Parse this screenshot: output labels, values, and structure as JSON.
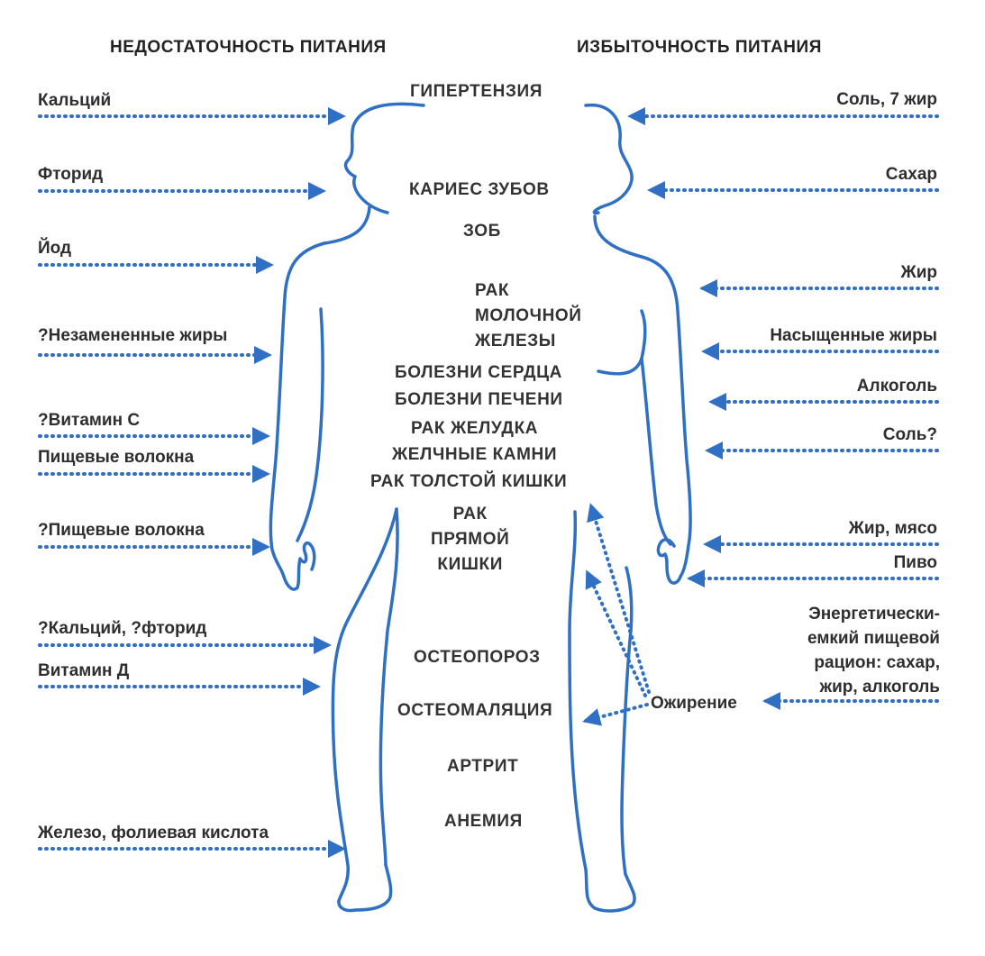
{
  "headers": {
    "left": "НЕДОСТАТОЧНОСТЬ ПИТАНИЯ",
    "right": "ИЗБЫТОЧНОСТЬ ПИТАНИЯ"
  },
  "deficiency": [
    "Кальций",
    "Фторид",
    "Йод",
    "?Незамененные жиры",
    "?Витамин С",
    "Пищевые волокна",
    "?Пищевые волокна",
    "?Кальций, ?фторид",
    "Витамин Д",
    "Железо, фолиевая кислота"
  ],
  "excess": [
    "Соль, 7 жир",
    "Сахар",
    "Жир",
    "Насыщенные жиры",
    "Алкоголь",
    "Соль?",
    "Жир, мясо",
    "Пиво",
    "Энергетически-\nемкий пищевой\nрацион: сахар,\nжир, алкоголь",
    "Ожирение"
  ],
  "diseases": [
    "ГИПЕРТЕНЗИЯ",
    "КАРИЕС ЗУБОВ",
    "ЗОБ",
    "РАК\nМОЛОЧНОЙ\nЖЕЛЕЗЫ",
    "БОЛЕЗНИ СЕРДЦА",
    "БОЛЕЗНИ ПЕЧЕНИ",
    "РАК ЖЕЛУДКА",
    "ЖЕЛЧНЫЕ КАМНИ",
    "РАК ТОЛСТОЙ КИШКИ",
    "РАК\nПРЯМОЙ\nКИШКИ",
    "ОСТЕОПОРОЗ",
    "ОСТЕОМАЛЯЦИЯ",
    "АРТРИТ",
    "АНЕМИЯ"
  ],
  "colors": {
    "outline": "#2f6fc4",
    "arrow": "#2f6fc4",
    "text": "#2e2e2e"
  }
}
